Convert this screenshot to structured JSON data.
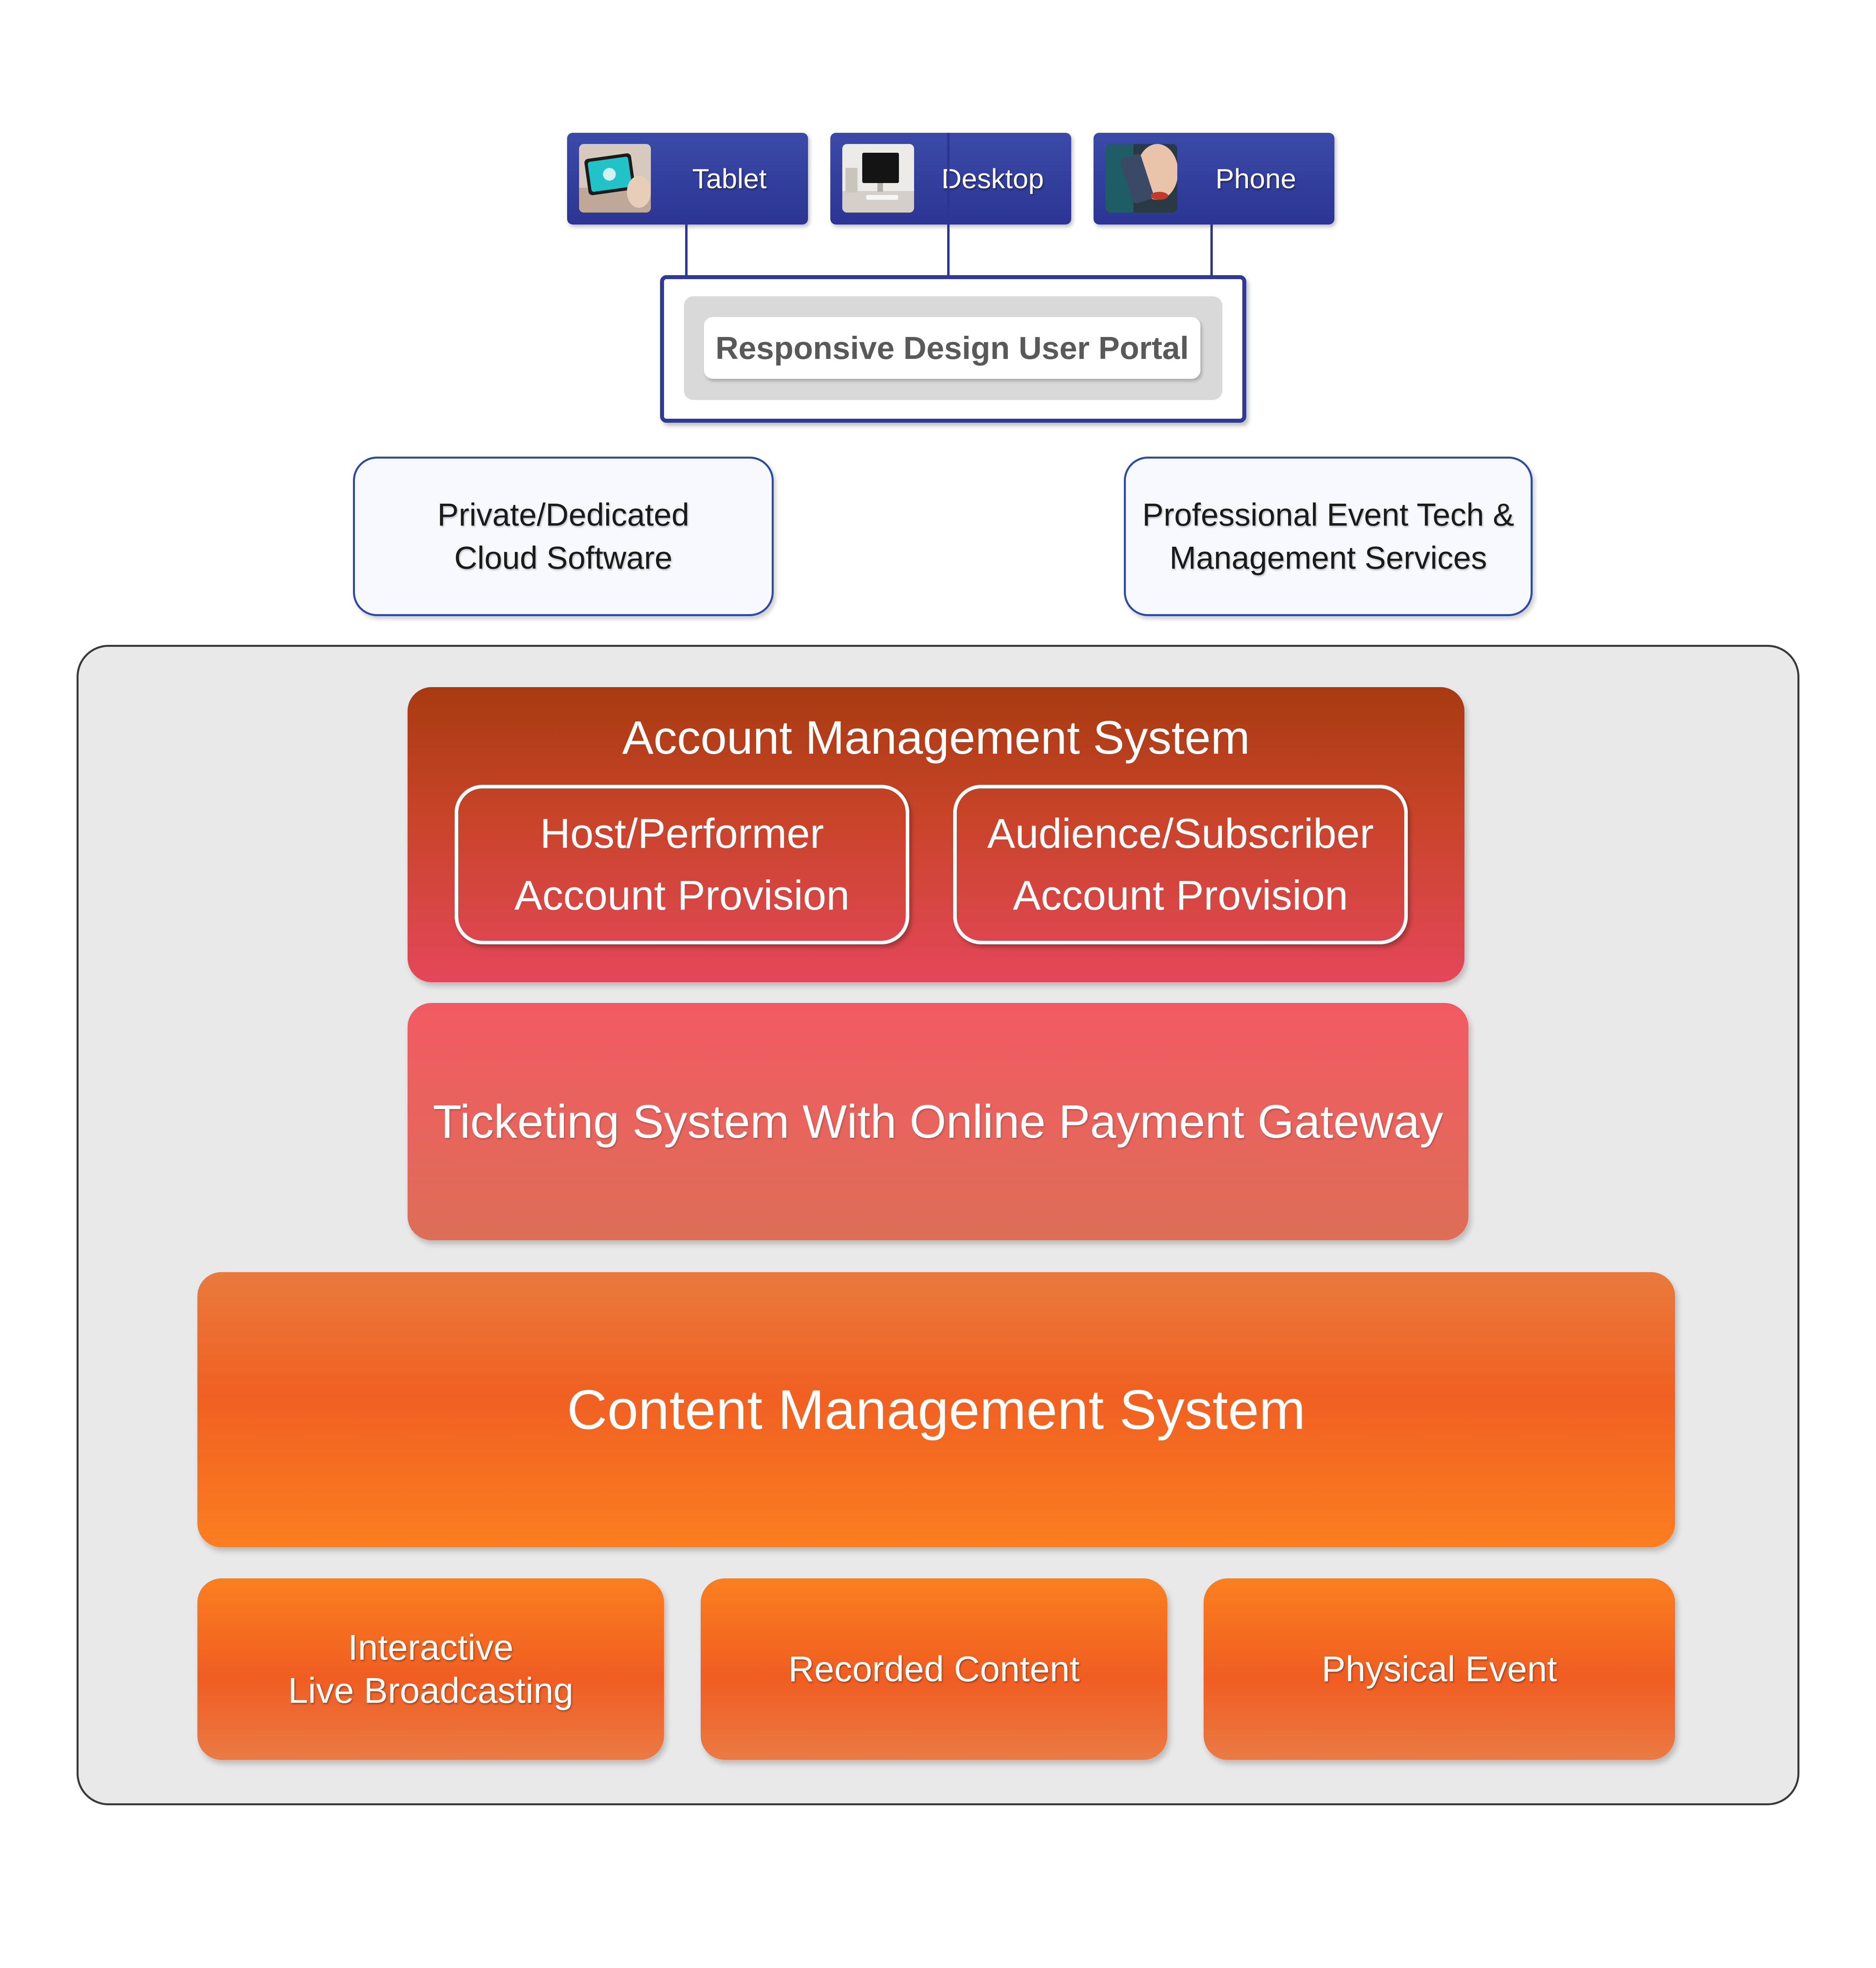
{
  "devices": [
    {
      "label": "Tablet",
      "icon": "tablet-photo-icon"
    },
    {
      "label": "Desktop",
      "icon": "desktop-photo-icon"
    },
    {
      "label": "Phone",
      "icon": "phone-photo-icon"
    }
  ],
  "portal": {
    "title": "Responsive Design User Portal"
  },
  "side_boxes": {
    "left": {
      "line1": "Private/Dedicated",
      "line2": "Cloud Software"
    },
    "right": {
      "line1": "Professional Event Tech &",
      "line2": "Management Services"
    }
  },
  "account_management": {
    "title": "Account Management System",
    "host": {
      "line1": "Host/Performer",
      "line2": "Account Provision"
    },
    "audience": {
      "line1": "Audience/Subscriber",
      "line2": "Account Provision"
    }
  },
  "ticketing": {
    "title": "Ticketing System With Online Payment Gateway"
  },
  "content_management": {
    "title": "Content Management System",
    "modules": [
      {
        "line1": "Interactive",
        "line2": "Live Broadcasting"
      },
      {
        "line1": "Recorded Content",
        "line2": ""
      },
      {
        "line1": "Physical Event",
        "line2": ""
      }
    ]
  },
  "colors": {
    "device_blue": "#2c3593",
    "portal_border": "#2f3a95",
    "ams_top": "#a83a10",
    "ams_bottom": "#e4475a",
    "ticketing": "#f25a63",
    "cms": "#f06022",
    "panel_bg": "#e9e9e9"
  }
}
